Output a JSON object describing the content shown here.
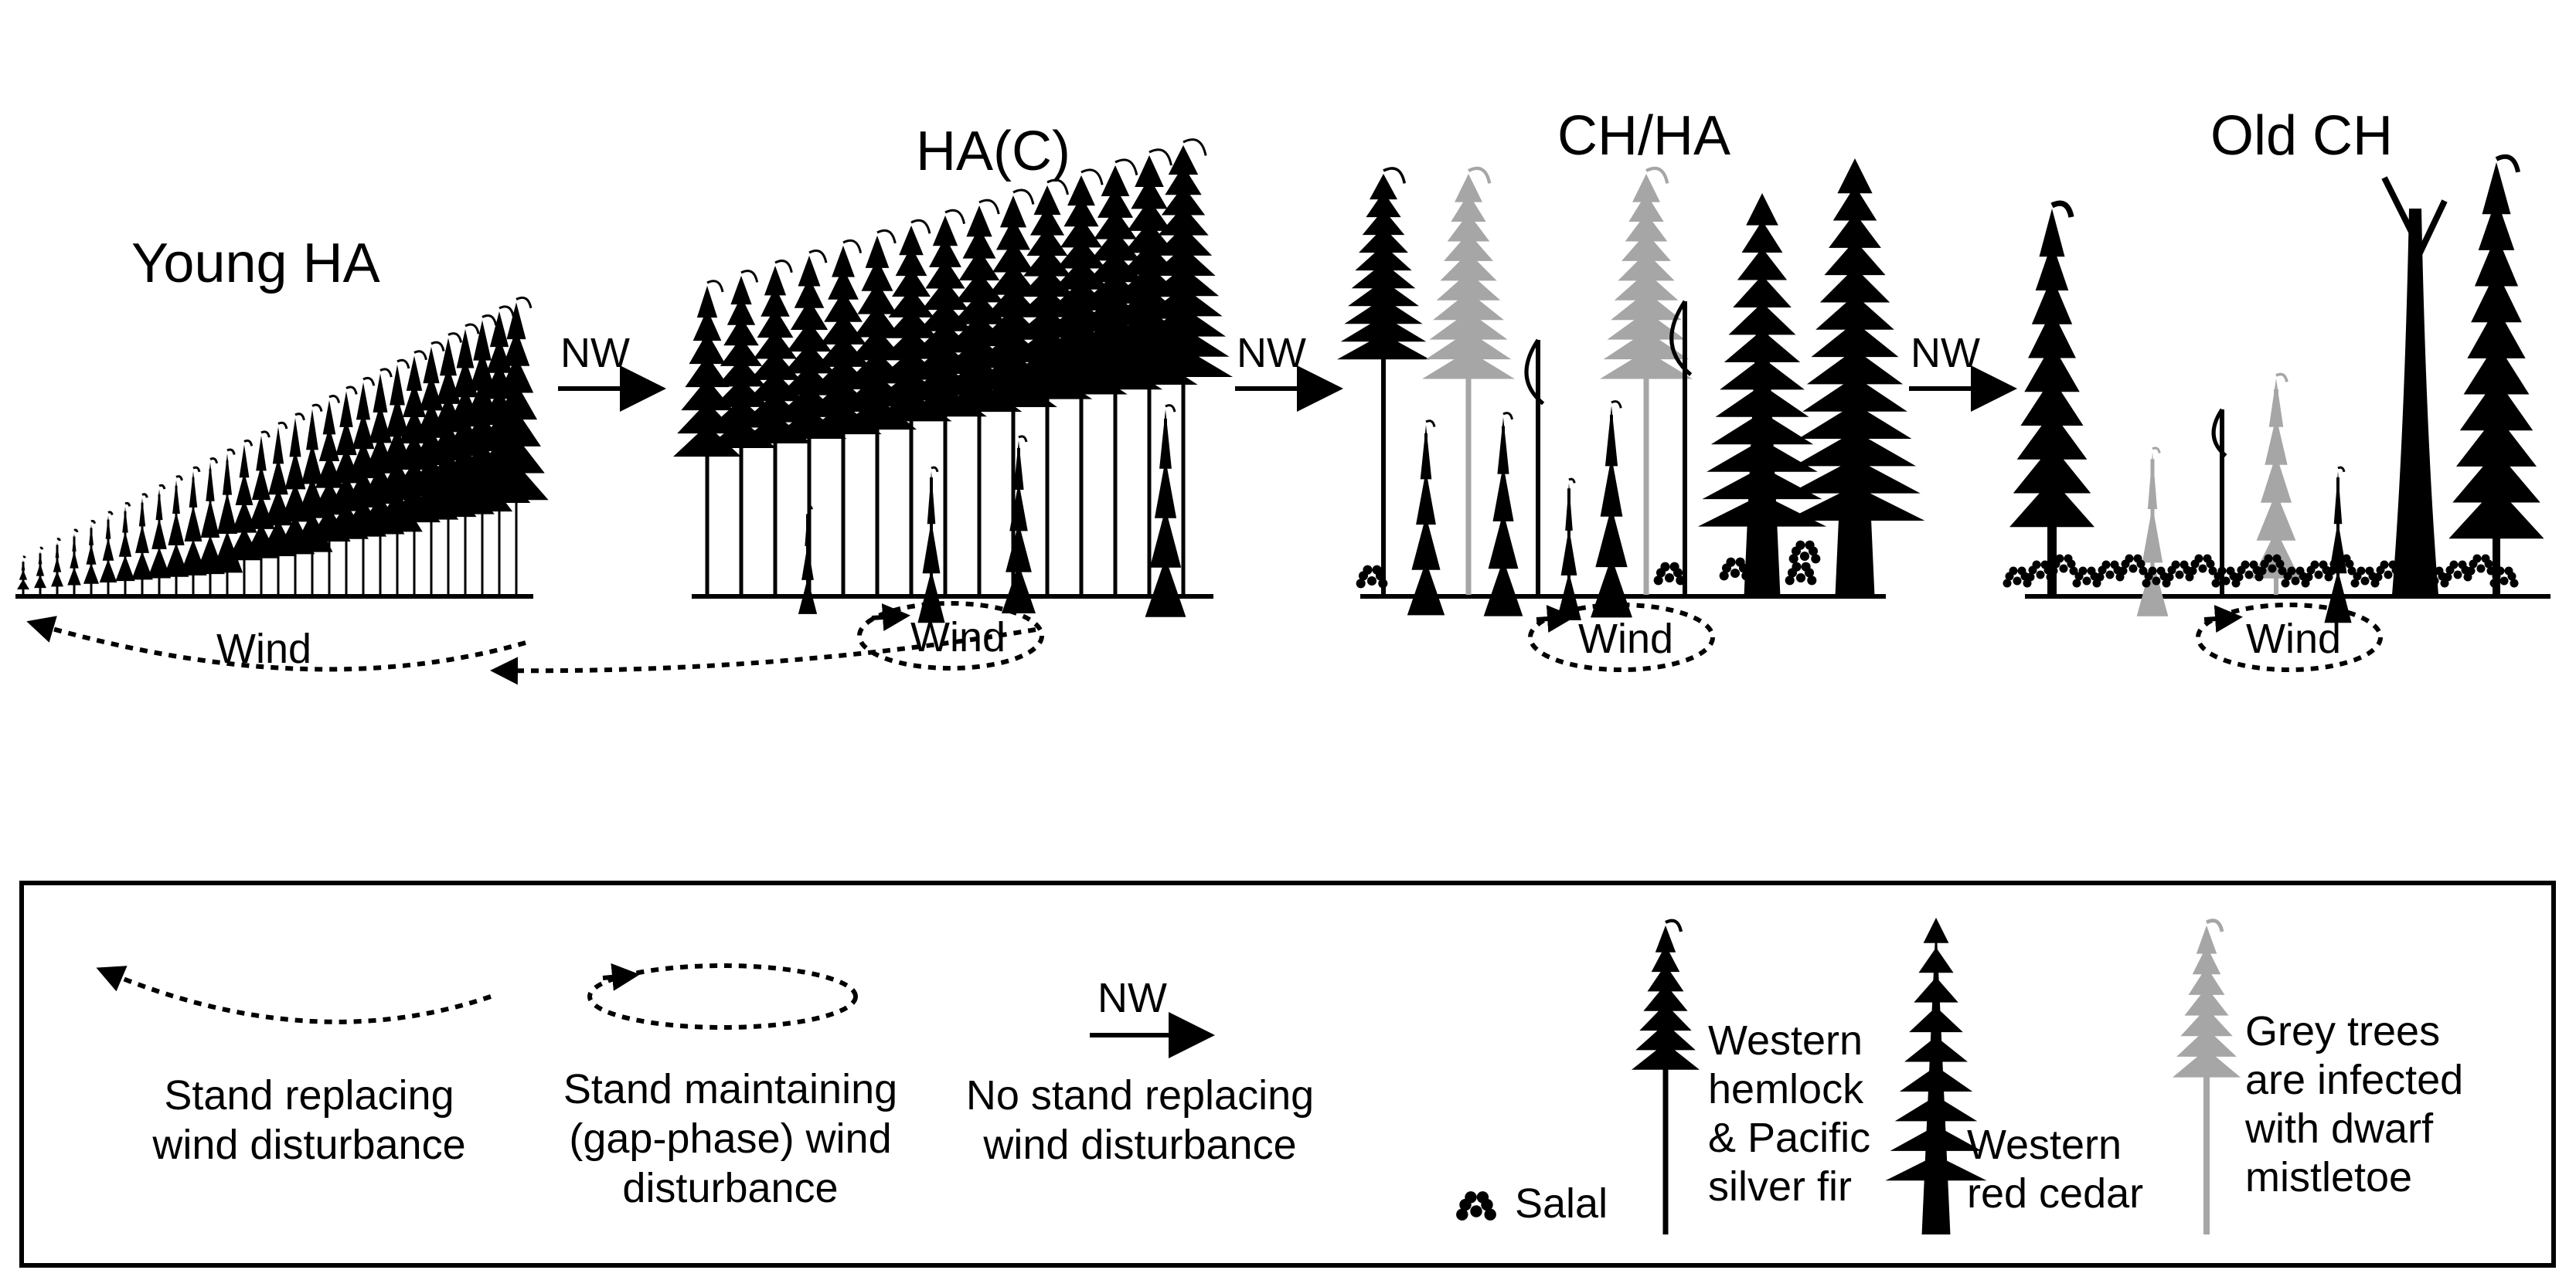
{
  "stages": [
    {
      "label": "Young HA"
    },
    {
      "label": "HA(C)"
    },
    {
      "label": "CH/HA"
    },
    {
      "label": "Old CH"
    }
  ],
  "transitions": [
    "NW",
    "NW",
    "NW"
  ],
  "wind_labels": [
    "Wind",
    "Wind",
    "Wind",
    "Wind"
  ],
  "legend": {
    "replacing_line1": "Stand replacing",
    "replacing_line2": "wind disturbance",
    "maintaining_line1": "Stand maintaining",
    "maintaining_line2": "(gap-phase) wind",
    "maintaining_line3": "disturbance",
    "nw_label": "NW",
    "no_replacing_line1": "No stand replacing",
    "no_replacing_line2": "wind disturbance",
    "salal": "Salal",
    "hemlock_line1": "Western",
    "hemlock_line2": "hemlock",
    "hemlock_line3": "& Pacific",
    "hemlock_line4": "silver fir",
    "cedar_line1": "Western",
    "cedar_line2": "red cedar",
    "grey_line1": "Grey trees",
    "grey_line2": "are infected",
    "grey_line3": "with dwarf",
    "grey_line4": "mistletoe"
  },
  "colors": {
    "black_tree": "#000000",
    "infected_tree": "#a6a6a6",
    "background": "#ffffff"
  }
}
